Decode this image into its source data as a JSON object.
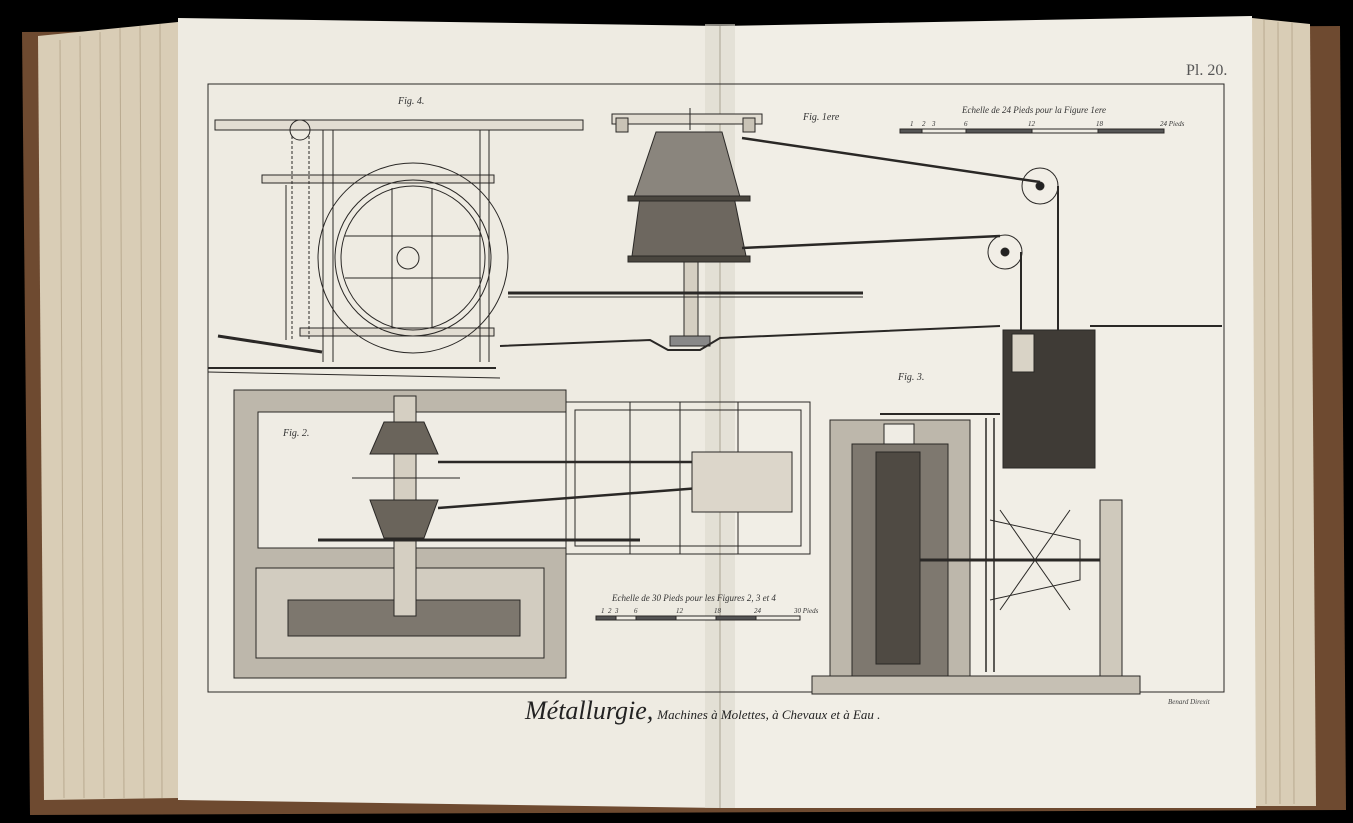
{
  "plate": {
    "number": "Pl. 20.",
    "title": "Métallurgie,",
    "subtitle": "Machines à Molettes, à Chevaux et à Eau .",
    "engraver": "Benard Direxit"
  },
  "figures": {
    "fig1": "Fig. 1ere",
    "fig2": "Fig. 2.",
    "fig3": "Fig. 3.",
    "fig4": "Fig. 4."
  },
  "scales": {
    "scale1": {
      "title": "Echelle de 24 Pieds pour la Figure 1ere",
      "ticks": [
        "1",
        "2",
        "3",
        "6",
        "12",
        "18",
        "24 Pieds"
      ]
    },
    "scale2": {
      "title": "Echelle de 30 Pieds pour les Figures 2, 3 et 4",
      "ticks": [
        "1",
        "2",
        "3",
        "6",
        "12",
        "18",
        "24",
        "30 Pieds"
      ]
    }
  },
  "colors": {
    "paper": "#efece4",
    "ink": "#2a2826",
    "cover": "#6e4a30",
    "edges": "#d9cdb6"
  }
}
